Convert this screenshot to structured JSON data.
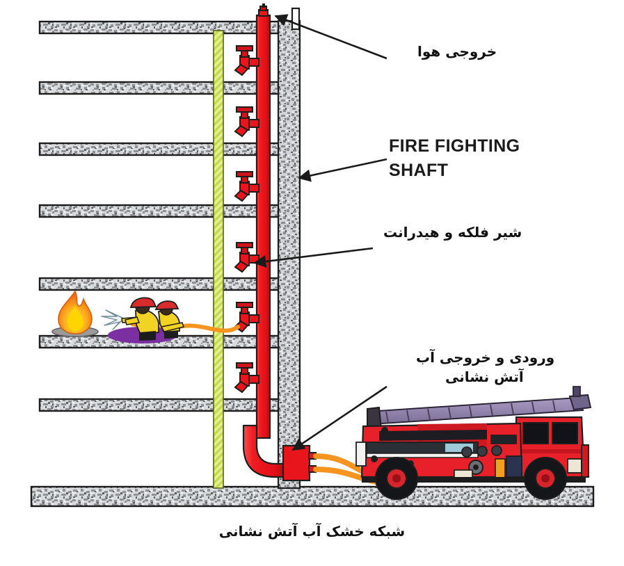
{
  "diagram": {
    "caption": "شبکه خشک آب آتش نشانی",
    "labels": {
      "air_outlet": "خروجی هوا",
      "shaft_line1": "FIRE FIGHTING",
      "shaft_line2": "SHAFT",
      "valve_hydrant": "شیر فلکه و هیدرانت",
      "inlet_line1": "ورودی و خروجی آب",
      "inlet_line2": "آتش نشانی"
    },
    "colors": {
      "riser_red": "#e8151c",
      "riser_red_dark": "#b00d12",
      "standpipe_green": "#d6e85a",
      "hose_orange": "#f79420",
      "concrete_light": "#c9cacb",
      "concrete_dark": "#6f7173",
      "outline": "#1a1a1a",
      "truck_red": "#e8202a",
      "ladder_purple": "#8b7fa8",
      "helmet_red": "#d92b2b",
      "coat_yellow": "#f2d324",
      "shadow_purple": "#7b2fa0",
      "flame_orange": "#f58220",
      "flame_yellow": "#ffd400"
    },
    "structure": {
      "floor_slab_count": 8,
      "hydrant_valve_count": 6,
      "hose_count": 2,
      "firefighter_count": 2
    }
  }
}
